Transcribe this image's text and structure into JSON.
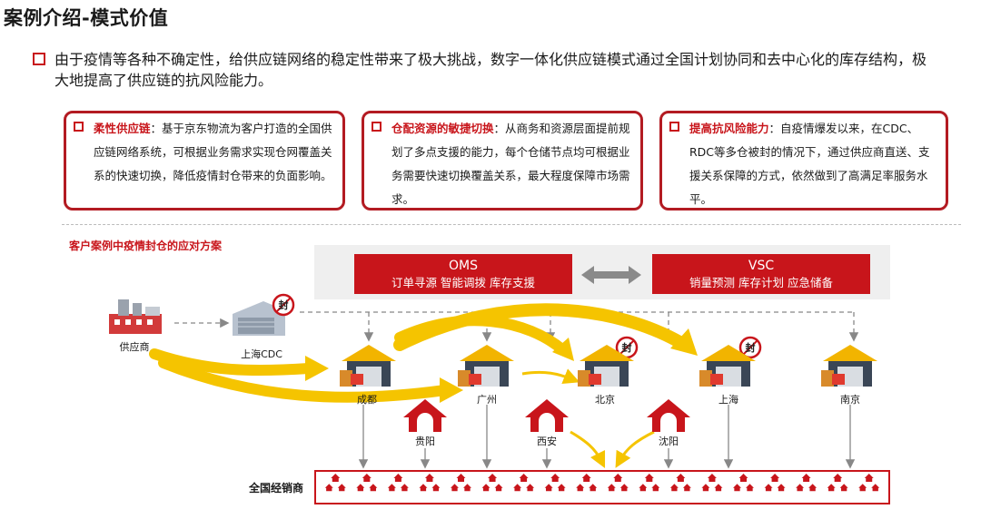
{
  "page_title": "案例介绍-模式价值",
  "intro": "由于疫情等各种不确定性，给供应链网络的稳定性带来了极大挑战，数字一体化供应链模式通过全国计划协同和去中心化的库存结构，极大地提高了供应链的抗风险能力。",
  "cards": [
    {
      "heading": "柔性供应链",
      "body": "：基于京东物流为客户打造的全国供应链网络系统，可根据业务需求实现仓网覆盖关系的快速切换，降低疫情封仓带来的负面影响。"
    },
    {
      "heading": "仓配资源的敏捷切换",
      "body": "：从商务和资源层面提前规划了多点支援的能力，每个仓储节点均可根据业务需要快速切换覆盖关系，最大程度保障市场需求。"
    },
    {
      "heading": "提高抗风险能力",
      "body": "：自疫情爆发以来，在CDC、RDC等多仓被封的情况下，通过供应商直送、支援关系保障的方式，依然做到了高满足率服务水平。"
    }
  ],
  "case_title": "客户案例中疫情封仓的应对方案",
  "systems": [
    {
      "name": "OMS",
      "functions": "订单寻源  智能调拨  库存支援"
    },
    {
      "name": "VSC",
      "functions": "销量预测  库存计划  应急储备"
    }
  ],
  "closed_sign": "封",
  "supplier_label": "供应商",
  "cdc_label": "上海CDC",
  "warehouses": [
    {
      "name": "成都",
      "closed": false
    },
    {
      "name": "广州",
      "closed": false
    },
    {
      "name": "北京",
      "closed": true
    },
    {
      "name": "上海",
      "closed": true
    },
    {
      "name": "南京",
      "closed": false
    }
  ],
  "hubs": [
    "贵阳",
    "西安",
    "沈阳"
  ],
  "dealer_label": "全国经销商",
  "dealer_count": 18,
  "colors": {
    "brand_red": "#c8151b",
    "dark_red": "#b31b22",
    "arrow_yellow": "#f5c400",
    "warehouse_roof": "#f2b400",
    "gray": "#888888"
  }
}
